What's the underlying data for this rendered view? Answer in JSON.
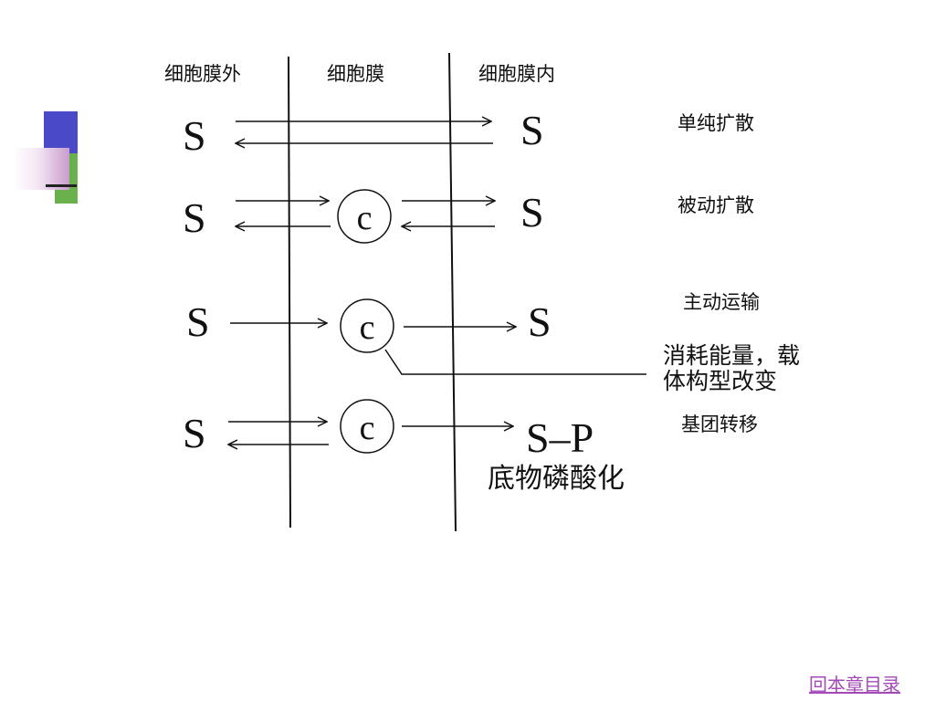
{
  "headers": {
    "outside": "细胞膜外",
    "membrane": "细胞膜",
    "inside": "细胞膜内"
  },
  "rows": [
    {
      "left": "S",
      "carrier": "",
      "right": "S",
      "mechanism": "单纯扩散"
    },
    {
      "left": "S",
      "carrier": "c",
      "right": "S",
      "mechanism": "被动扩散"
    },
    {
      "left": "S",
      "carrier": "c",
      "right": "S",
      "mechanism": "主动运输"
    },
    {
      "left": "S",
      "carrier": "c",
      "right": "S–P",
      "mechanism": "基团转移"
    }
  ],
  "annotations": {
    "active_line1": "消耗能量，载",
    "active_line2": "体构型改变",
    "group": "底物磷酸化"
  },
  "nav": {
    "back": "回本章目录"
  }
}
